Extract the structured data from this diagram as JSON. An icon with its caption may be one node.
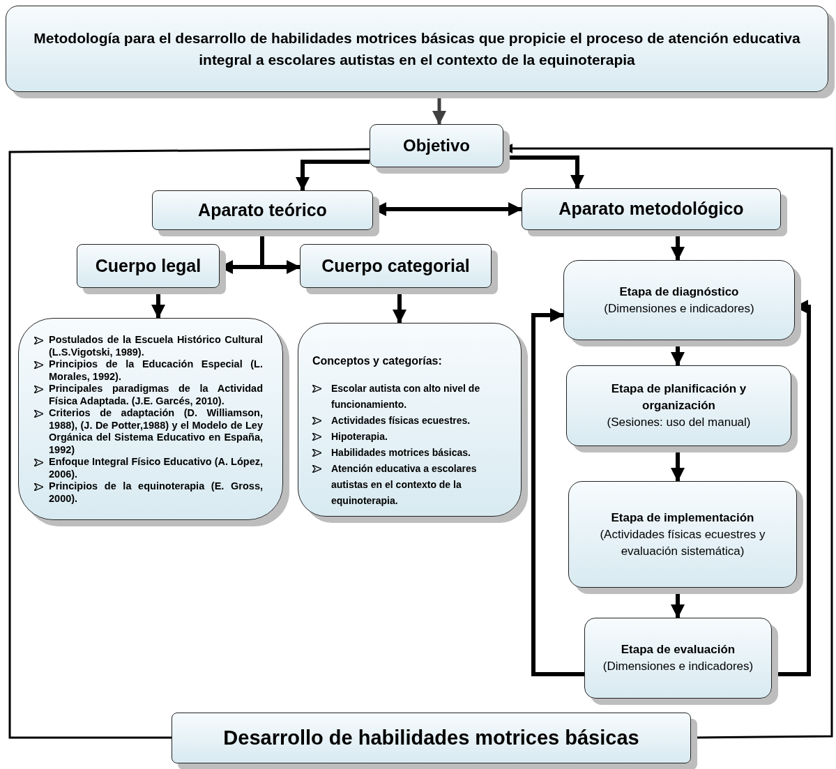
{
  "diagram": {
    "nodes": [
      {
        "text": [
          "Metodología para el desarrollo de habilidades motrices básicas que propicie el proceso de atención educativa integral a escolares autistas en el contexto de la equinoterapia"
        ]
      },
      {
        "text": [
          "Objetivo"
        ]
      },
      {
        "text": [
          "Aparato teórico"
        ]
      },
      {
        "text": [
          "Aparato metodológico"
        ]
      },
      {
        "text": [
          "Cuerpo legal"
        ]
      },
      {
        "text": [
          "Cuerpo categorial"
        ]
      },
      {
        "text": [
          "Postulados de la Escuela Histórico Cultural (L.S.Vigotski, 1989).",
          "Principios de la Educación Especial (L. Morales, 1992).",
          "Principales paradigmas de la Actividad Física Adaptada. (J.E. Garcés, 2010).",
          "Criterios de adaptación (D. Williamson, 1988), (J. De Potter,1988) y el Modelo de Ley Orgánica del Sistema Educativo en España, 1992)",
          "Enfoque Integral Físico Educativo (A. López, 2006).",
          "Principios de la equinoterapia (E. Gross, 2000)."
        ]
      },
      {
        "text": [
          "Conceptos y categorías:",
          "Escolar autista con alto nivel de funcionamiento.",
          "Actividades físicas ecuestres.",
          "Hipoterapia.",
          "Habilidades motrices básicas.",
          "Atención educativa a escolares autistas en el contexto de la equinoterapia."
        ]
      },
      {
        "text": [
          "Etapa de diagnóstico",
          "(Dimensiones e indicadores)"
        ]
      },
      {
        "text": [
          "Etapa de planificación y organización",
          "(Sesiones: uso del manual)"
        ]
      },
      {
        "text": [
          "Etapa de implementación",
          "(Actividades físicas ecuestres y evaluación sistemática)"
        ]
      },
      {
        "text": [
          "Etapa de evaluación",
          "(Dimensiones e indicadores)"
        ]
      },
      {
        "text": [
          "Desarrollo de habilidades motrices básicas"
        ]
      }
    ],
    "edges": [
      {
        "from": 0,
        "to": 1,
        "arrow": "to",
        "color": "#404040"
      },
      {
        "from": 1,
        "to": 2,
        "arrow": "to"
      },
      {
        "from": 1,
        "to": 3,
        "arrow": "to"
      },
      {
        "from": 2,
        "to": 3,
        "arrow": "both"
      },
      {
        "from": 2,
        "to": 4,
        "arrow": "to"
      },
      {
        "from": 2,
        "to": 5,
        "arrow": "to"
      },
      {
        "from": 4,
        "to": 6,
        "arrow": "to"
      },
      {
        "from": 5,
        "to": 7,
        "arrow": "to"
      },
      {
        "from": 3,
        "to": 8,
        "arrow": "to"
      },
      {
        "from": 8,
        "to": 9,
        "arrow": "to"
      },
      {
        "from": 9,
        "to": 10,
        "arrow": "to"
      },
      {
        "from": 10,
        "to": 11,
        "arrow": "to"
      },
      {
        "from": 11,
        "to": 8,
        "arrow": "to"
      },
      {
        "from": 11,
        "to": 8,
        "arrow": "to"
      },
      {
        "from": 12,
        "to": 1,
        "arrow": "none"
      },
      {
        "from": 12,
        "to": 1,
        "arrow": "to"
      }
    ]
  }
}
